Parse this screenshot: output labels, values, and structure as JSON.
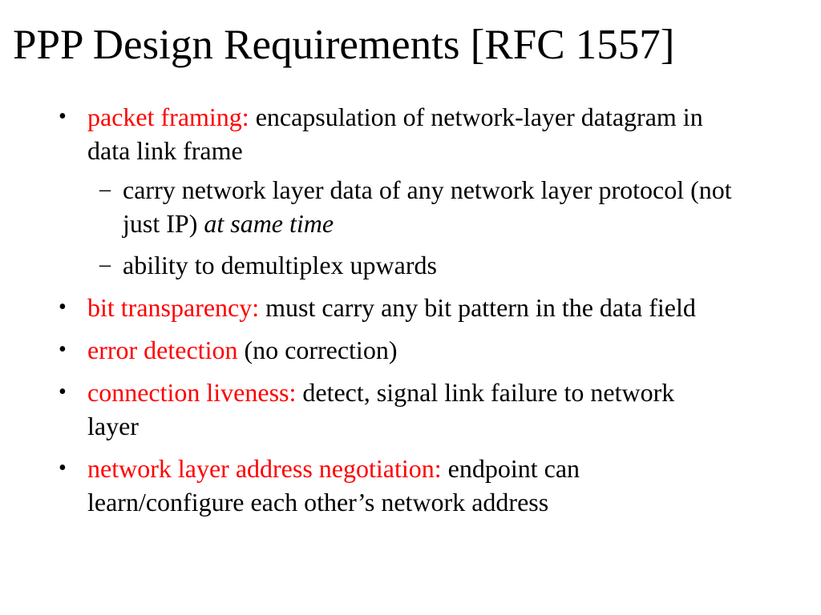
{
  "slide": {
    "title": "PPP Design Requirements [RFC 1557]",
    "bullets": [
      {
        "term": "packet framing:",
        "text": " encapsulation of network-layer datagram in data link frame",
        "subs": [
          {
            "text": "carry network layer data of any network layer protocol (not just IP) ",
            "emphasis": "at same time"
          },
          {
            "text": "ability to demultiplex upwards"
          }
        ]
      },
      {
        "term": "bit transparency:",
        "text": " must carry any bit pattern in the data field"
      },
      {
        "term": "error detection",
        "text": " (no correction)"
      },
      {
        "term": "connection liveness:",
        "text": " detect, signal link failure to network layer"
      },
      {
        "term": "network layer address negotiation:",
        "text": " endpoint can learn/configure each other’s network address"
      }
    ],
    "bullet_symbol": "•",
    "sub_bullet_symbol": "–",
    "colors": {
      "term": "#ff0000",
      "text": "#000000",
      "background": "#ffffff"
    }
  }
}
